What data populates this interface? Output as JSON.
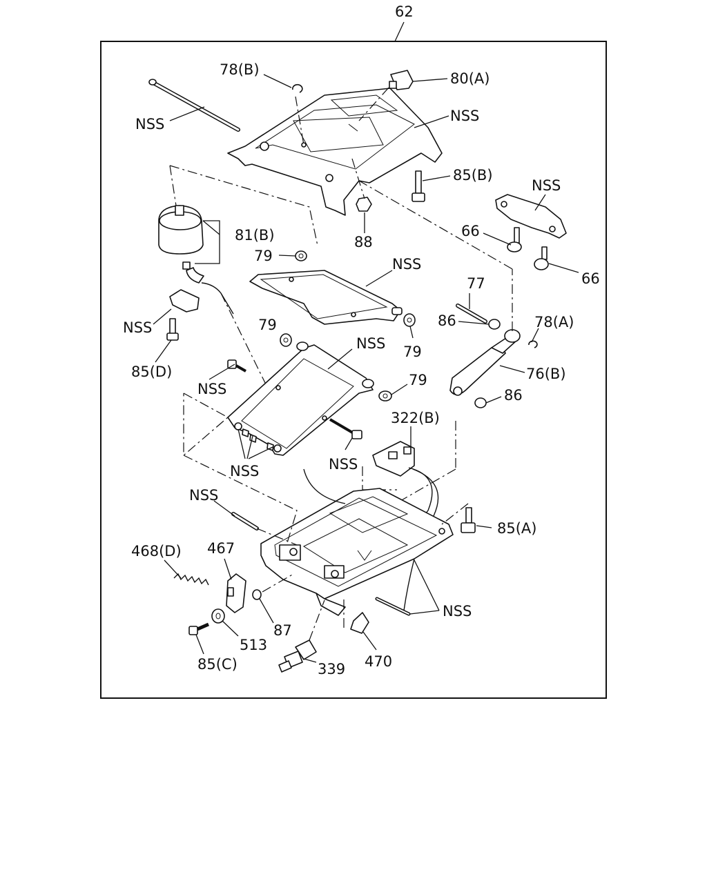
{
  "diagram": {
    "assembly_number": "62",
    "callouts": {
      "c78b": "78(B)",
      "c80a": "80(A)",
      "nss_rod": "NSS",
      "nss_top_frame": "NSS",
      "c85b": "85(B)",
      "nss_bracket": "NSS",
      "c88": "88",
      "c81b": "81(B)",
      "c66a": "66",
      "c66b": "66",
      "c79_top": "79",
      "nss_seat_plate": "NSS",
      "c77": "77",
      "c86_top": "86",
      "c78a": "78(A)",
      "nss_clip": "NSS",
      "c85d": "85(D)",
      "c79_left": "79",
      "nss_link_frame": "NSS",
      "c79_right": "79",
      "c76b": "76(B)",
      "c79_mid": "79",
      "c86_bottom": "86",
      "nss_bolt_left": "NSS",
      "c322b": "322(B)",
      "nss_bolt_right": "NSS",
      "nss_pins": "NSS",
      "nss_pin_base": "NSS",
      "c85a": "85(A)",
      "c468d": "468(D)",
      "c467": "467",
      "nss_wire": "NSS",
      "c87": "87",
      "c513": "513",
      "c85c": "85(C)",
      "c339": "339",
      "c470": "470"
    }
  }
}
